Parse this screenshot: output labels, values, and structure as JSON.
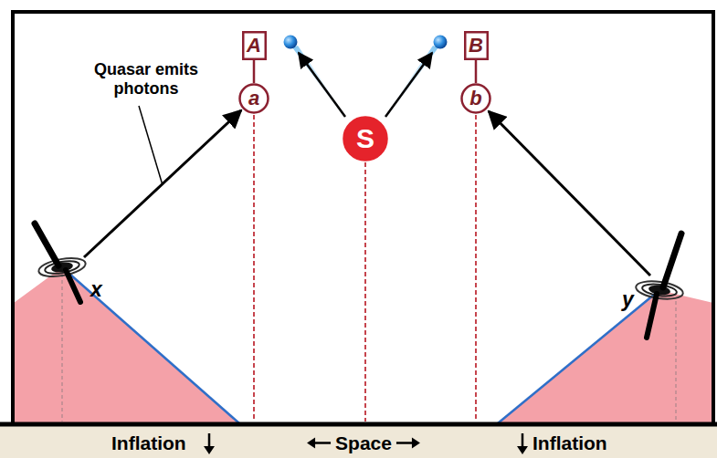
{
  "diagram": {
    "nodes": [
      {
        "text": [
          "A"
        ]
      },
      {
        "text": [
          "B"
        ]
      },
      {
        "text": [
          "a"
        ]
      },
      {
        "text": [
          "b"
        ]
      },
      {
        "text": [
          "S"
        ]
      }
    ],
    "edges": [
      {
        "from": 0,
        "to": 2,
        "arrow": "none"
      },
      {
        "from": 1,
        "to": 3,
        "arrow": "none"
      }
    ],
    "labels": [
      "Quasar emits photons",
      "x",
      "y",
      "Inflation",
      "Space",
      "Inflation"
    ]
  }
}
